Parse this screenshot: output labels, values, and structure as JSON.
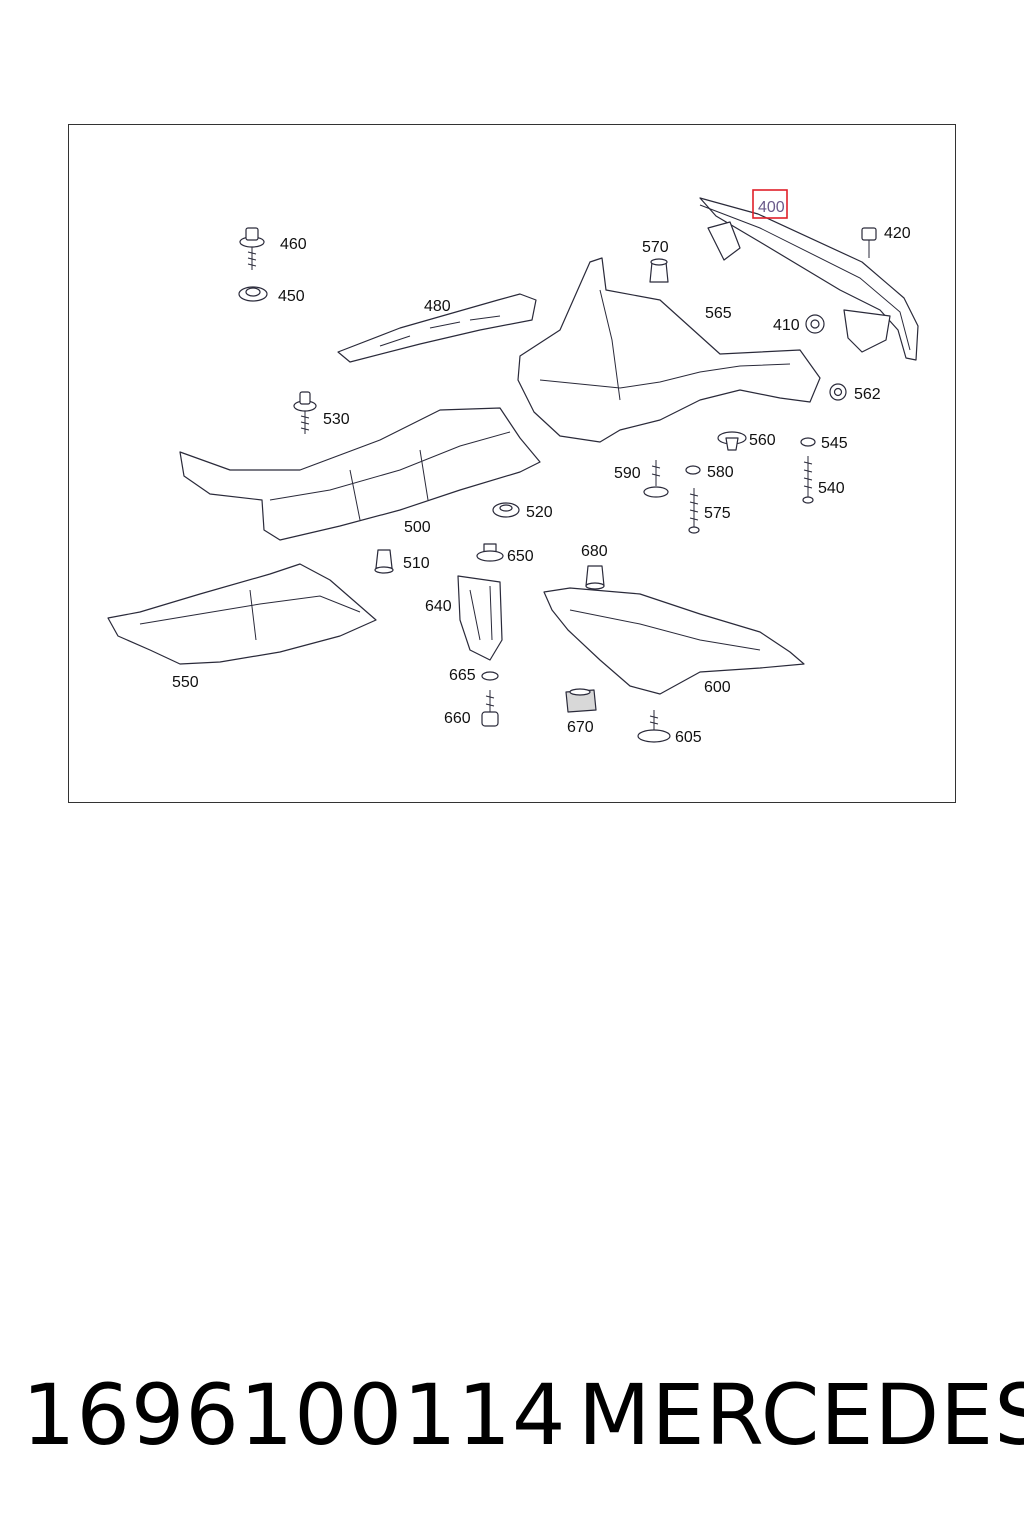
{
  "diagram": {
    "highlighted_label": "400",
    "highlight_color": "#e0202a",
    "labels": {
      "l400": "400",
      "l420": "420",
      "l410": "410",
      "l460": "460",
      "l450": "450",
      "l570": "570",
      "l565": "565",
      "l480": "480",
      "l562": "562",
      "l560": "560",
      "l545": "545",
      "l530": "530",
      "l590": "590",
      "l580": "580",
      "l540": "540",
      "l575": "575",
      "l520": "520",
      "l500": "500",
      "l510": "510",
      "l650": "650",
      "l680": "680",
      "l640": "640",
      "l550": "550",
      "l665": "665",
      "l600": "600",
      "l660": "660",
      "l670": "670",
      "l605": "605"
    }
  },
  "caption": {
    "part_number": "1696100114",
    "brand": "MERCEDES"
  }
}
